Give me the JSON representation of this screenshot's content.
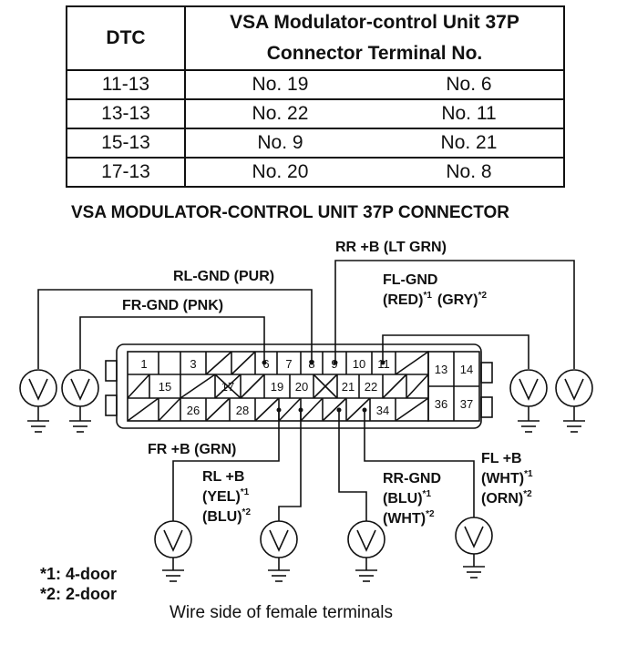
{
  "table": {
    "header_dtc": "DTC",
    "header_unit_line1": "VSA Modulator-control Unit 37P",
    "header_unit_line2": "Connector Terminal No.",
    "rows": [
      {
        "dtc": "11-13",
        "t1": "No. 19",
        "t2": "No. 6"
      },
      {
        "dtc": "13-13",
        "t1": "No. 22",
        "t2": "No. 11"
      },
      {
        "dtc": "15-13",
        "t1": "No. 9",
        "t2": "No. 21"
      },
      {
        "dtc": "17-13",
        "t1": "No. 20",
        "t2": "No. 8"
      }
    ]
  },
  "diagram": {
    "title": "VSA MODULATOR-CONTROL UNIT 37P CONNECTOR",
    "wires": {
      "rr_b": "RR +B (LT GRN)",
      "rl_gnd": "RL-GND (PUR)",
      "fl_gnd_1": "FL-GND",
      "fl_gnd_2a": "(RED)",
      "fl_gnd_2b": "(GRY)",
      "fr_gnd": "FR-GND (PNK)",
      "fr_b": "FR +B (GRN)",
      "rl_b_1": "RL +B",
      "rl_b_2": "(YEL)",
      "rl_b_3": "(BLU)",
      "rr_gnd_1": "RR-GND",
      "rr_gnd_2": "(BLU)",
      "rr_gnd_3": "(WHT)",
      "fl_b_1": "FL +B",
      "fl_b_2": "(WHT)",
      "fl_b_3": "(ORN)",
      "sup1": "*1",
      "sup2": "*2"
    },
    "terminals": {
      "upper": [
        "1",
        "3",
        "6",
        "7",
        "8",
        "9",
        "10",
        "11"
      ],
      "middle": [
        "15",
        "17",
        "19",
        "20",
        "21",
        "22"
      ],
      "lower": [
        "26",
        "28",
        "34"
      ],
      "block_right": [
        "13",
        "14",
        "36",
        "37"
      ]
    },
    "footnotes": [
      "*1: 4-door",
      "*2: 2-door"
    ],
    "caption": "Wire side of female terminals"
  }
}
